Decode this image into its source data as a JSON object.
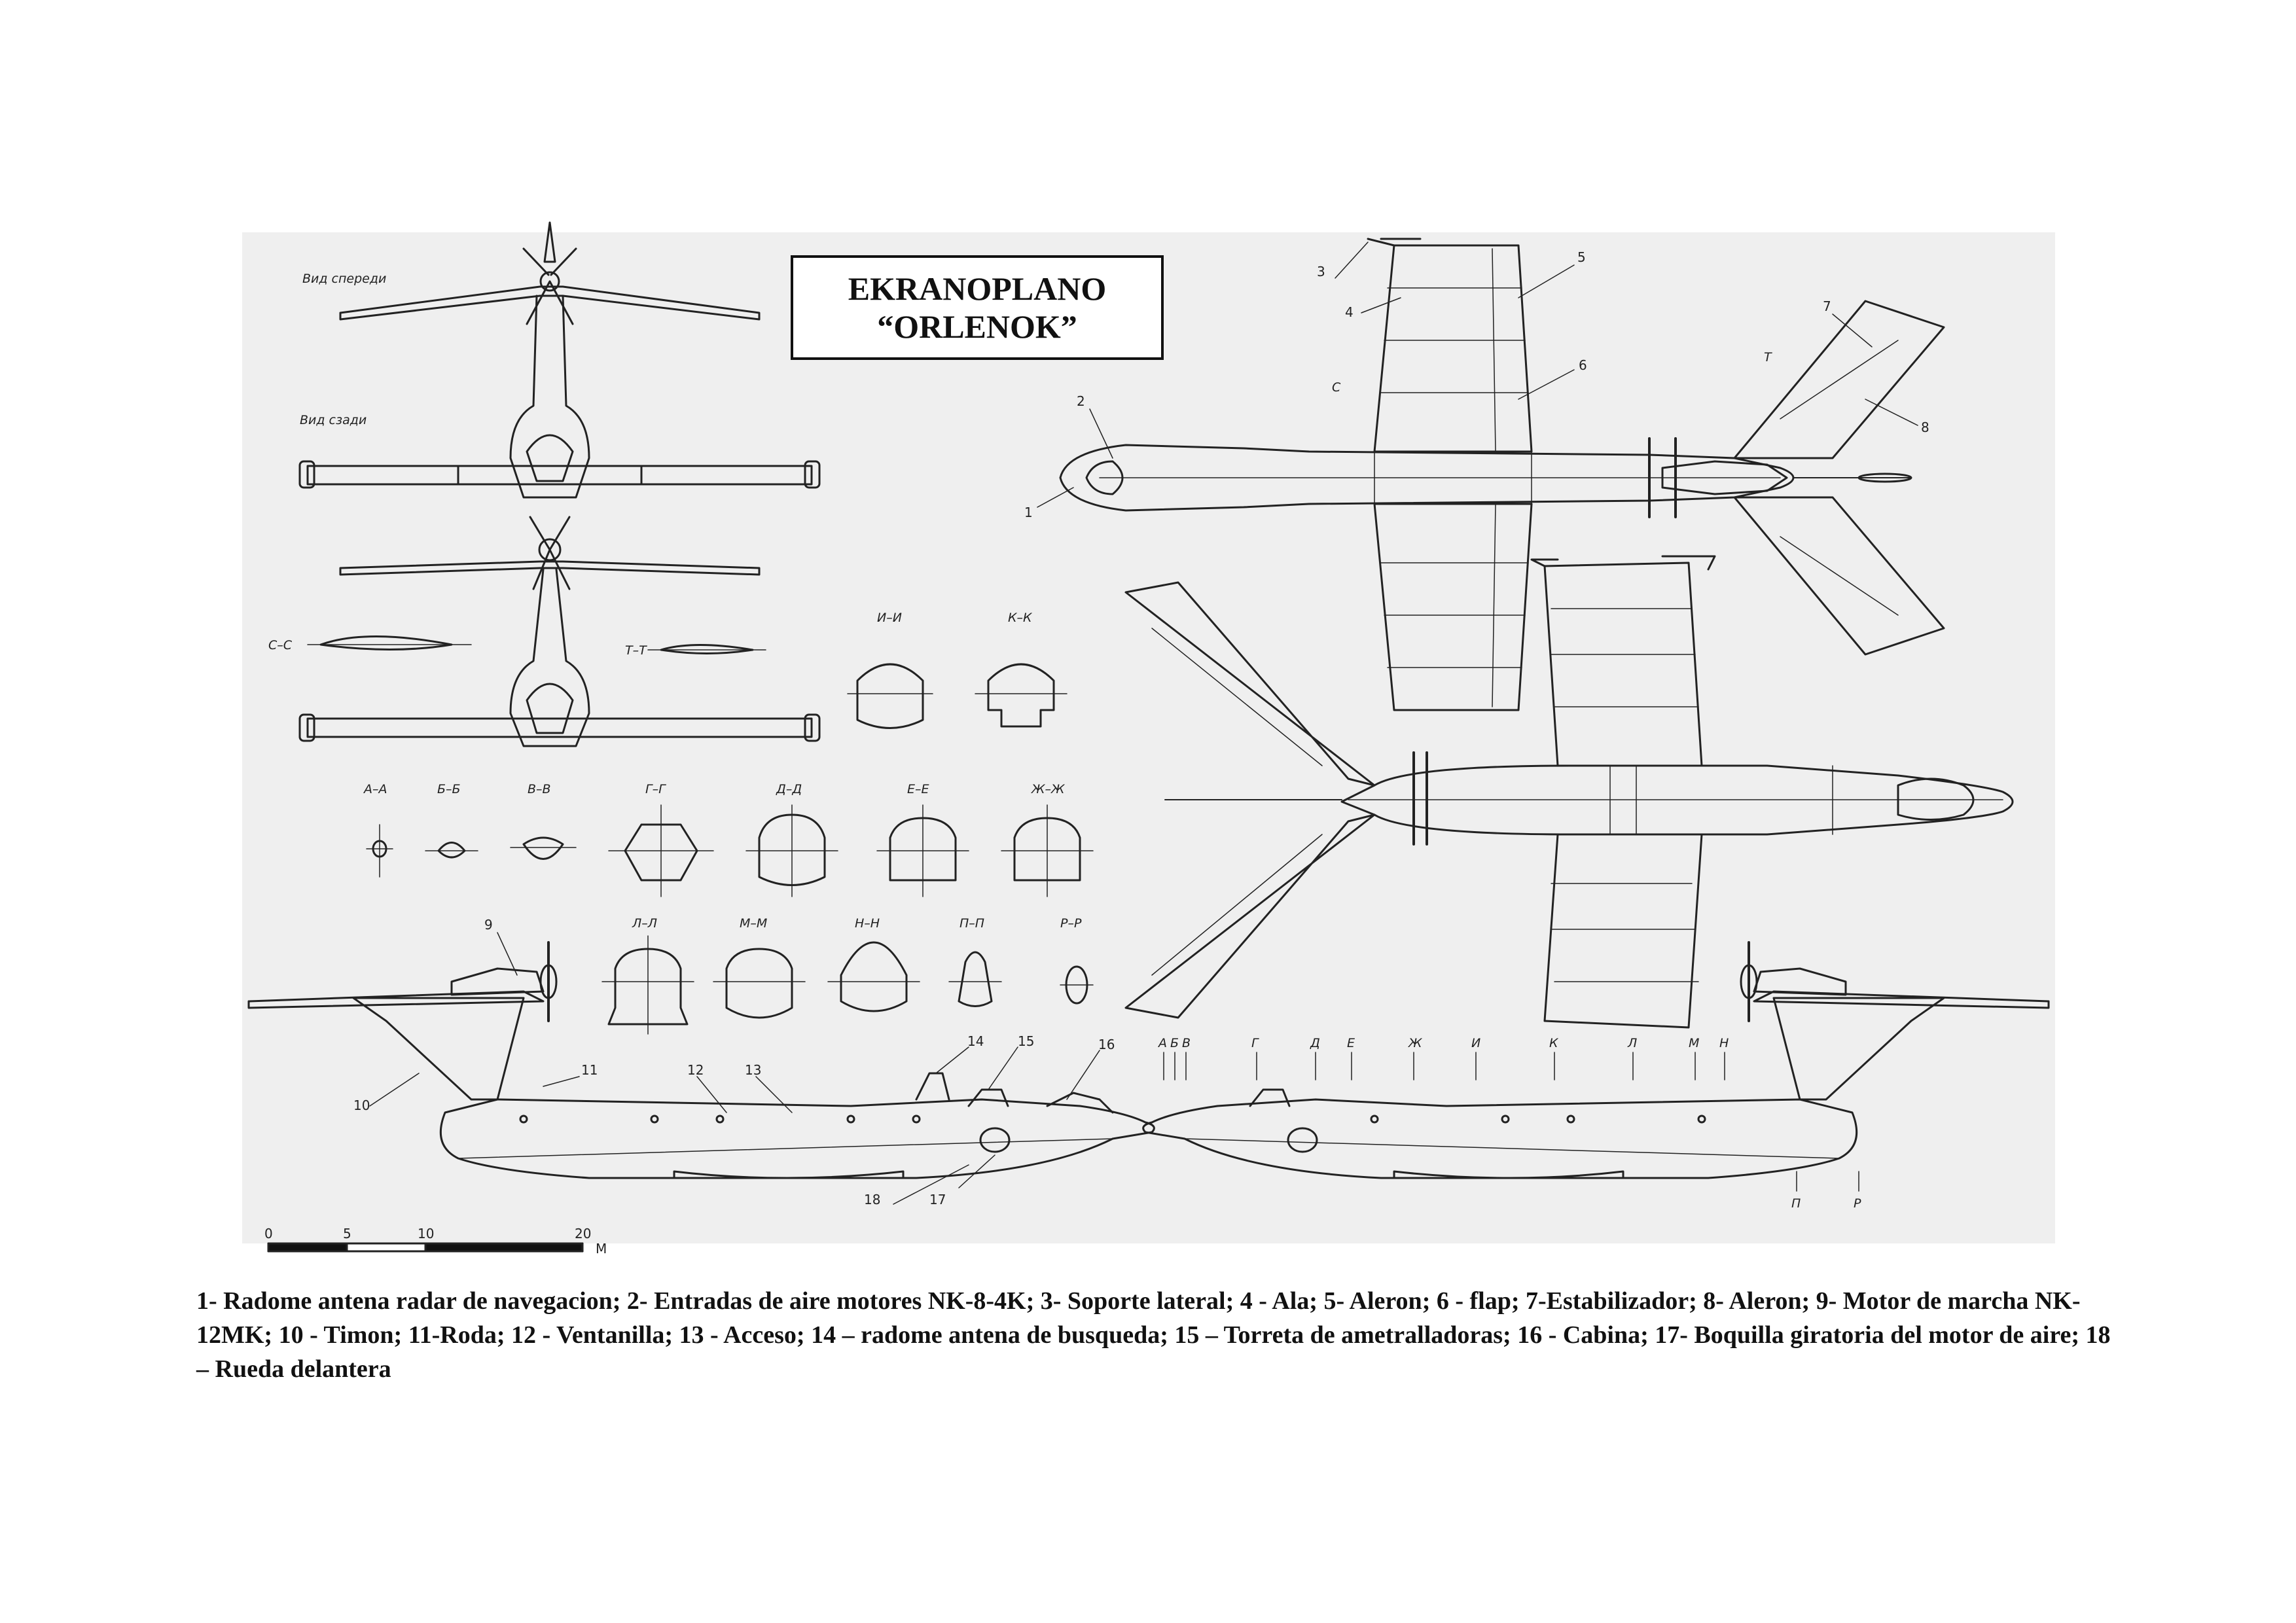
{
  "title": {
    "line1": "EKRANOPLANO",
    "line2": "“ORLENOK”"
  },
  "view_labels": {
    "front": "Вид спереди",
    "rear": "Вид сзади"
  },
  "airfoil_sections": [
    "С–С",
    "Т–Т"
  ],
  "cross_sections_row1": [
    "И–И",
    "К–К"
  ],
  "cross_sections_row2": [
    "А–А",
    "Б–Б",
    "В–В",
    "Г–Г",
    "Д–Д",
    "Е–Е",
    "Ж–Ж"
  ],
  "cross_sections_row3": [
    "Л–Л",
    "М–М",
    "Н–Н",
    "П–П",
    "Р–Р"
  ],
  "station_letters": [
    "А",
    "Б",
    "В",
    "Г",
    "Д",
    "Е",
    "Ж",
    "И",
    "К",
    "Л",
    "М",
    "Н"
  ],
  "station_letters_low": [
    "П",
    "Р"
  ],
  "wing_marks": [
    "С",
    "Т"
  ],
  "callouts": [
    "1",
    "2",
    "3",
    "4",
    "5",
    "6",
    "7",
    "8",
    "9",
    "10",
    "11",
    "12",
    "13",
    "14",
    "15",
    "16",
    "17",
    "18"
  ],
  "scale": {
    "ticks": [
      "0",
      "5",
      "10",
      "20"
    ],
    "unit": "М"
  },
  "caption": "1- Radome antena radar de navegacion; 2- Entradas de aire motores NK-8-4K; 3- Soporte lateral; 4 - Ala; 5- Aleron; 6 - flap; 7-Estabilizador; 8- Aleron; 9- Motor de marcha NK-12MK; 10 - Timon; 11-Roda; 12 - Ventanilla; 13 - Acceso; 14 – radome antena de busqueda; 15 – Torreta de ametralladoras; 16 - Cabina; 17- Boquilla giratoria del motor de aire; 18 – Rueda delantera"
}
